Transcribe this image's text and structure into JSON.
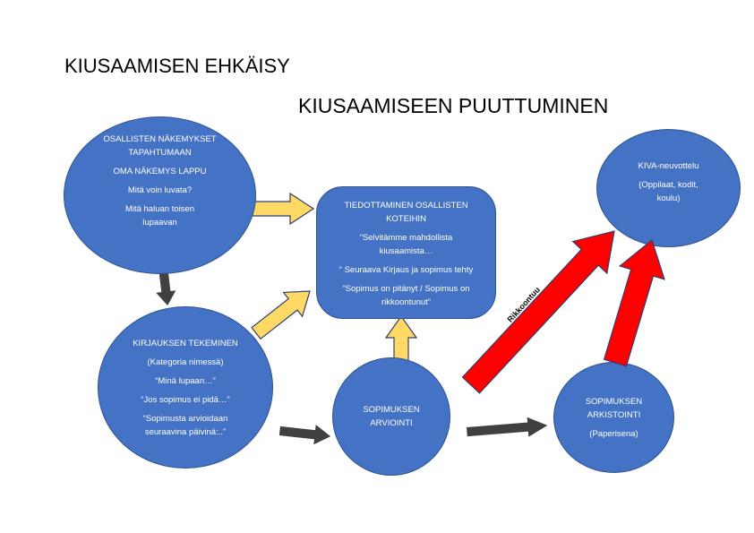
{
  "titles": {
    "prevention": "KIUSAAMISEN EHKÄISY",
    "intervention": "KIUSAAMISEEN PUUTTUMINEN"
  },
  "nodes": {
    "views": {
      "lines": [
        "OSALLISTEN NÄKEMYKSET TAPAHTUMAAN",
        "OMA NÄKEMYS LAPPU",
        "Mitä voin luvata?",
        "Mitä haluan toisen lupaavan"
      ]
    },
    "recording": {
      "lines": [
        "KIRJAUKSEN TEKEMINEN",
        "(Kategoria nimessä)",
        "“Minä lupaan…”",
        "“Jos sopimus ei pidä…”",
        "“Sopimusta arvioidaan seuraavina päivinä:..”"
      ]
    },
    "informing": {
      "lines": [
        "TIEDOTTAMINEN OSALLISTEN KOTEIHIN",
        "“Selvitämme mahdollista kiusaamista…",
        "“ Seuraava Kirjaus ja sopimus tehty",
        "“Sopimus on pitänyt / Sopimus on rikkoontunut”"
      ]
    },
    "evaluation": {
      "lines": [
        "SOPIMUKSEN ARVIOINTI"
      ]
    },
    "archiving": {
      "lines": [
        "SOPIMUKSEN ARKISTOINTI",
        "(Paperisena)"
      ]
    },
    "kiva": {
      "lines": [
        "KIVA-neuvottelu",
        "(Oppilaat, kodit, koulu)"
      ]
    }
  },
  "arrow_label": "Rikkoontuu",
  "colors": {
    "node": "#4472c4",
    "yellow_arrow": "#ffd966",
    "red_arrow": "#ff0000",
    "dark_arrow": "#404040"
  }
}
